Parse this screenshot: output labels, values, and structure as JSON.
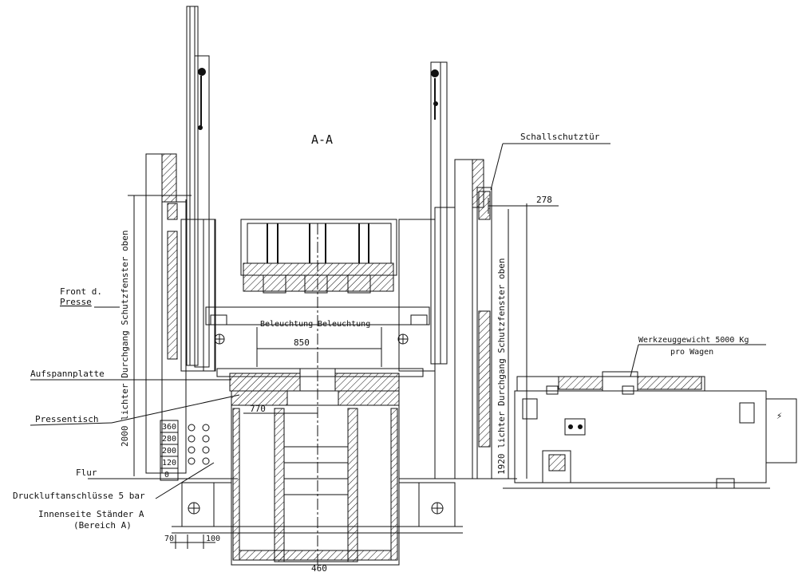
{
  "title": "A-A",
  "labels": {
    "schallschutztuer": "Schallschutztür",
    "front_line1": "Front d.",
    "front_line2": "Presse",
    "aufspannplatte": "Aufspannplatte",
    "pressentisch": "Pressentisch",
    "flur": "Flur",
    "druckluft": "Druckluftanschlüsse 5 bar",
    "innenseite": "Innenseite Ständer A",
    "bereich": "(Bereich A)",
    "beleuchtung_left": "Beleuchtung",
    "beleuchtung_right": "Beleuchtung",
    "werkzeug_line1": "Werkzeuggewicht 5000 Kg",
    "werkzeug_line2": "pro Wagen",
    "vertical_left": "2000 lichter Durchgang Schutzfenster oben",
    "vertical_right": "1920 lichter Durchgang Schutzfenster oben"
  },
  "dimensions": {
    "d278": "278",
    "d850": "850",
    "d770": "770",
    "d460": "460",
    "d70": "70",
    "d100": "100"
  },
  "heights": [
    "360",
    "280",
    "200",
    "120",
    "0"
  ]
}
